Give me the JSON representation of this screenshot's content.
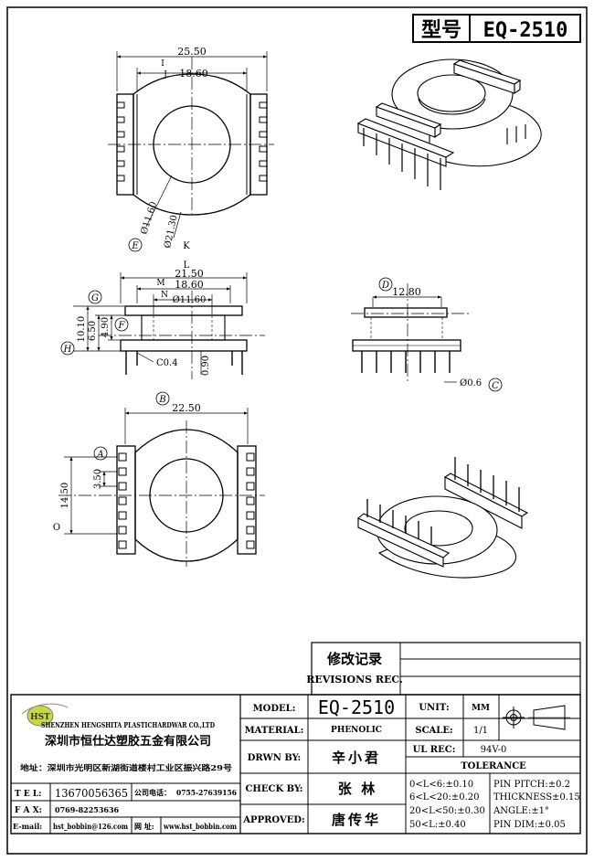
{
  "title_block": {
    "model_label": "型号",
    "model_value": "EQ-2510"
  },
  "top_view": {
    "dim_outer": "25.50",
    "dim_inner": "18.60",
    "label_I": "I",
    "label_J": "J",
    "dia_inner": "Ø11.60",
    "dia_outer": "Ø21.30",
    "label_E": "E",
    "label_K": "K"
  },
  "side_view": {
    "label_L": "L",
    "dim_L": "21.50",
    "label_M": "M",
    "dim_M": "18.60",
    "label_N": "N",
    "dim_N": "Ø11.60",
    "label_G": "G",
    "label_F": "F",
    "label_H": "H",
    "dim_h1": "10.10",
    "dim_h2": "6.50",
    "dim_h3": "4.90",
    "chamfer": "C0.4",
    "dim_pin": "0.90"
  },
  "end_view": {
    "label_D": "D",
    "dim_D": "12.80",
    "pin_dia": "Ø0.6",
    "label_C": "C"
  },
  "bottom_view": {
    "label_B": "B",
    "dim_B": "22.50",
    "label_A": "A",
    "dim_A1": "3.50",
    "dim_A2": "14.50",
    "label_O": "O"
  },
  "revisions": {
    "title_cn": "修改记录",
    "title_en": "REVISIONS REC."
  },
  "company": {
    "name_en": "SHENZHEN HENGSHITA PLASTICHARDWAR CO.,LTD",
    "name_cn": "深圳市恒仕达塑胶五金有限公司",
    "address": "地址：深圳市光明区新湖街道楼村工业区振兴路29号",
    "logo_text": "HST",
    "tel_label": "T E L:",
    "tel_value": "13670056365",
    "company_tel_label": "公司电话：",
    "company_tel_value": "0755-27639156",
    "fax_label": "F A X:",
    "fax_value": "0769-82253636",
    "email_label": "E-mail:",
    "email_value": "hst_bobbin@126.com",
    "web_label": "网 址:",
    "web_value": "www.hst_bobbin.com"
  },
  "spec": {
    "model_label": "MODEL:",
    "model_value": "EQ-2510",
    "material_label": "MATERIAL:",
    "material_value": "PHENOLIC",
    "drawn_label": "DRWN BY:",
    "drawn_value": "辛小君",
    "check_label": "CHECK BY:",
    "check_value": "张  林",
    "approved_label": "APPROVED:",
    "approved_value": "唐传华",
    "unit_label": "UNIT:",
    "unit_value": "MM",
    "scale_label": "SCALE:",
    "scale_value": "1/1",
    "ul_label": "UL REC:",
    "ul_value": "94V-0",
    "tolerance_label": "TOLERANCE",
    "tol_1": "0<L<6:±0.10",
    "tol_2": "6<L<20:±0.20",
    "tol_3": "20<L<50:±0.30",
    "tol_4": "50<L:±0.40",
    "tol_5": "PIN PITCH:±0.2",
    "tol_6": "THICKNESS±0.15",
    "tol_7": "ANGLE:±1°",
    "tol_8": "PIN DIM:±0.05"
  }
}
